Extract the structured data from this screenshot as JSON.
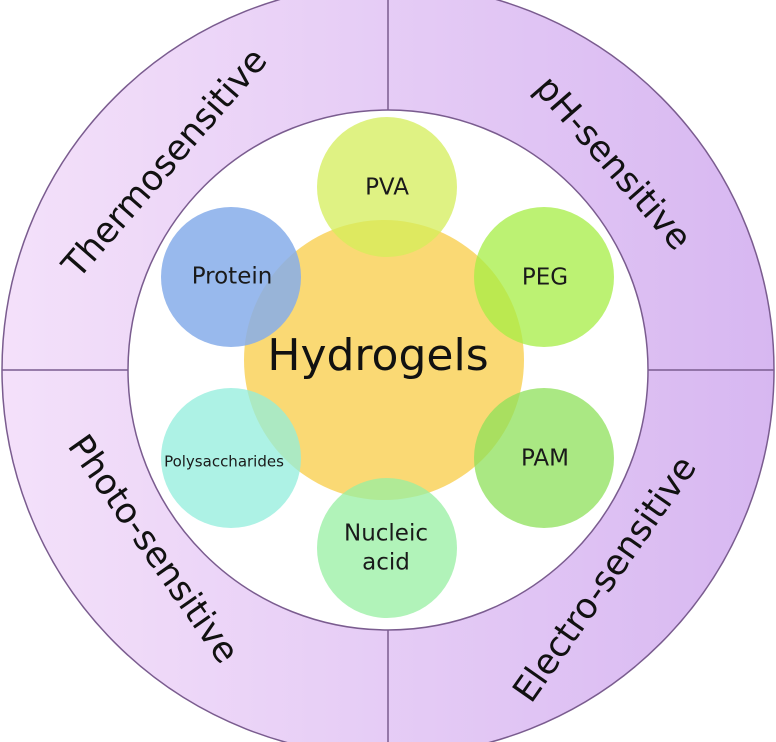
{
  "center": {
    "label": "Hydrogels",
    "color": "#F9D25C"
  },
  "ring": {
    "segments": [
      {
        "label": "Thermosensitive"
      },
      {
        "label": "pH-sensitive"
      },
      {
        "label": "Electro-sensitive"
      },
      {
        "label": "Photo-sensitive"
      }
    ],
    "color_light": "#F4E1FA",
    "color_dark": "#D7B7F1",
    "border_color": "#7A5C8F"
  },
  "nodes": [
    {
      "label": "PVA",
      "color": "#D4EE5A"
    },
    {
      "label": "PEG",
      "color": "#A6EE44"
    },
    {
      "label": "PAM",
      "color": "#8EE05A"
    },
    {
      "label_line1": "Nucleic",
      "label_line2": "acid",
      "color": "#97EFA2"
    },
    {
      "label": "Polysaccharides",
      "color": "#92EEDC"
    },
    {
      "label": "Protein",
      "color": "#86ADEA"
    }
  ]
}
